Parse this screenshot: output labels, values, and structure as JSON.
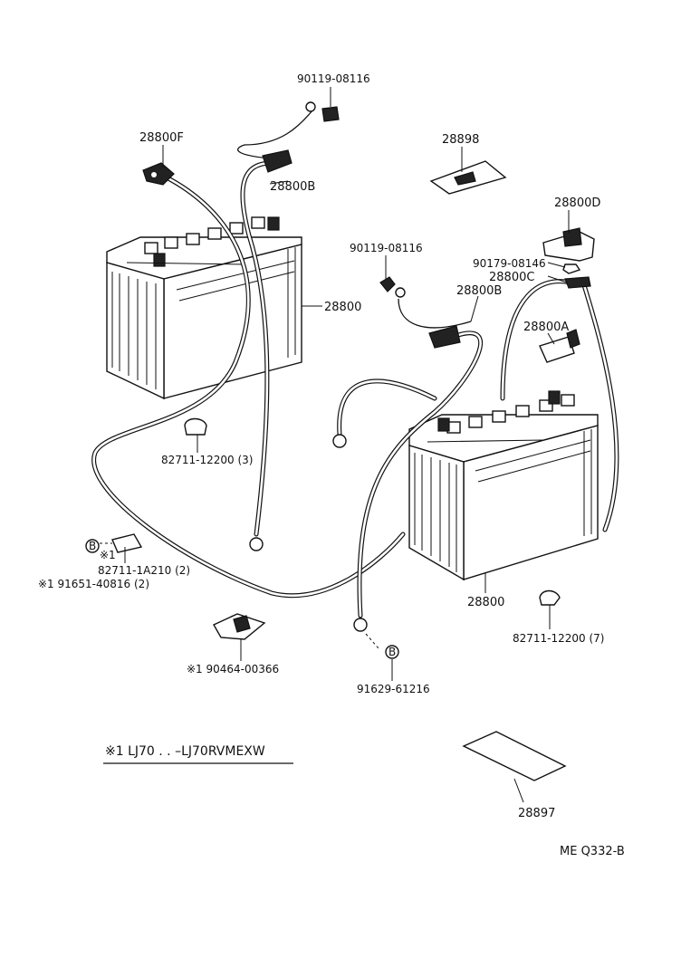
{
  "labels": {
    "p1": "90119-08116",
    "p2": "28800F",
    "p3": "28898",
    "p4": "28800B",
    "p5": "28800D",
    "p6": "90119-08116",
    "p7": "90179-08146",
    "p8": "28800C",
    "p9": "28800B",
    "p10": "28800",
    "p11": "28800A",
    "p12": "82711-12200 (3)",
    "p13": "※1",
    "p14": "82711-1A210 (2)",
    "p15": "※1 91651-40816 (2)",
    "p16": "28800",
    "p17": "82711-12200 (7)",
    "p18": "※1 90464-00366",
    "p19": "91629-61216",
    "p20": "28897",
    "b1": "B",
    "b2": "B"
  },
  "note": "※1 LJ70 . . –LJ70RVMEXW",
  "ref": "ME Q332-B"
}
